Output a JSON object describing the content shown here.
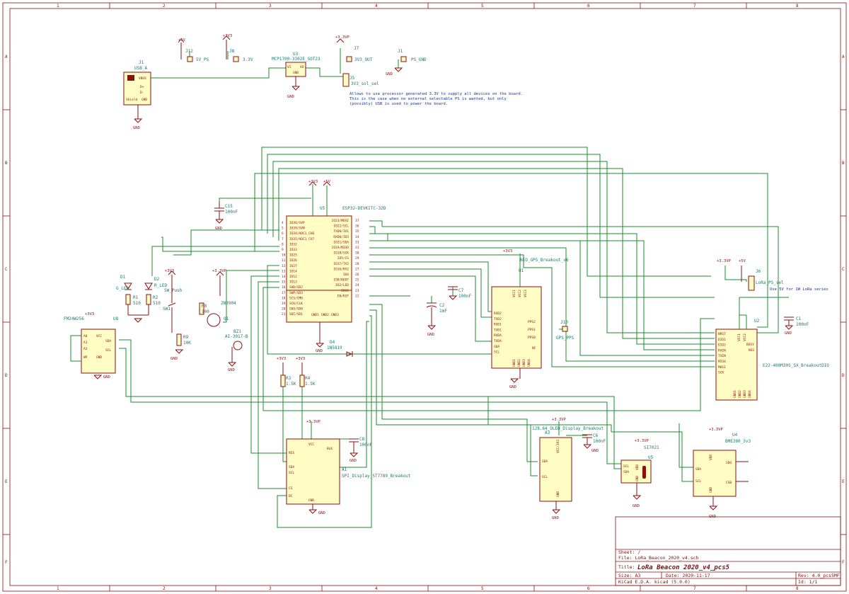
{
  "border": {
    "columns": [
      "1",
      "2",
      "3",
      "4",
      "5",
      "6",
      "7",
      "8"
    ],
    "rows": [
      "A",
      "B",
      "C",
      "D",
      "E",
      "F"
    ]
  },
  "power_labels": {
    "p5v_top": "+5V",
    "p3v3_top": "+3V3",
    "p33vp_top": "+3.3VP",
    "p3v3_gps": "+3V3",
    "p33vp_lora": "+3.3VP",
    "p5v_lora": "+5V",
    "p3v3_rtc": "+3V3",
    "p3v3_btn": "+3V3",
    "p33vp_bz": "+3.3VP",
    "p3v3_r3": "+3V3",
    "p3v3_r4": "+3V3",
    "p33vp_a1": "+3.3VP",
    "p33vp_oled": "+3.3VP",
    "p33vp_u5": "+3.3VP",
    "p33vp_u4": "+3.3VP",
    "p3v3_esp": "+3V3",
    "p5v_esp": "+5V"
  },
  "gnd": "GND",
  "top": {
    "j1_ref": "J1",
    "j1_val": "USB_A",
    "j1_pins": [
      "VBUS",
      "D+",
      "D-",
      "Shield",
      "GND"
    ],
    "jp2": "J12",
    "jp2_lbl": "5V_PS",
    "jp3": "J8",
    "jp3_lbl": "3.3V",
    "u3_ref": "U3",
    "u3_val": "MCP1700-3302E_SOT23",
    "u3_pins": [
      "VI",
      "VO",
      "GND"
    ],
    "jp4": "J7",
    "jp4_lbl": "3V3_OUT",
    "jp5": "J1",
    "jp5_lbl": "PS_GND",
    "j5_ref": "J5",
    "j5_val": "3V3_sol_sel",
    "note": [
      "Allows to use processor generated 3.3V to supply all devices on the board.",
      "This is the case when no external selectable PS is wanted, but only",
      "(possibly) USB is used to power the board."
    ]
  },
  "esp": {
    "ref": "U5",
    "val": "ESP32-DEVKITC-32D",
    "pins_left": [
      "IO36/SVP",
      "IO39/SVN",
      "IO34/ADC1_CH6",
      "IO35/ADC1_CH7",
      "IO32",
      "IO33",
      "IO25",
      "IO26",
      "IO27",
      "IO14",
      "IO12",
      "IO13",
      "SHD/SD2",
      "SWP/SD3",
      "SCS/CMD",
      "SCK/CLK",
      "SDO/SD0",
      "SDI/SD1"
    ],
    "pins_right": [
      "IO23/MOSI",
      "IO22/SCL",
      "TXD0/IO1",
      "RXD0/IO3",
      "IO21/SDA",
      "IO19/MISO",
      "IO18/SCK",
      "IO5/CS",
      "IO17/TX2",
      "IO16/RX2",
      "IO4",
      "IO0/BOOT",
      "IO2/LED",
      "IO15",
      "EN/RST"
    ],
    "nums_left": [
      "4",
      "5",
      "6",
      "7",
      "8",
      "9",
      "10",
      "11",
      "12",
      "13",
      "14",
      "15",
      "16",
      "17",
      "18",
      "19",
      "20",
      "21"
    ],
    "nums_right": [
      "37",
      "36",
      "35",
      "34",
      "33",
      "31",
      "30",
      "29",
      "28",
      "27",
      "26",
      "25",
      "24",
      "23",
      "22"
    ],
    "bottom": [
      "GND1",
      "GND2",
      "GND3"
    ]
  },
  "c15": {
    "ref": "C15",
    "val": "100nF"
  },
  "leds": {
    "d1_ref": "D1",
    "d1_val": "G_LED",
    "d2_ref": "D2",
    "d2_val": "R_LED",
    "r1_ref": "R1",
    "r1_val": "510",
    "r2_ref": "R2",
    "r2_val": "510"
  },
  "sw": {
    "ref": "SW1",
    "val": "SW_Push"
  },
  "buzzer": {
    "r8": "R8",
    "r8_val": "100",
    "q_val": "2N3904",
    "q_ref": "Q1",
    "bz": "BZ1",
    "bz_val": "AI-3017-B",
    "r9": "R9",
    "r9_val": "10K"
  },
  "rtc": {
    "label": "FM24W256",
    "ref": "U8",
    "pins": [
      "A0",
      "A1",
      "A2",
      "WP",
      "VCC",
      "GND",
      "SDA",
      "SCL"
    ]
  },
  "d4": {
    "ref": "D4",
    "val": "1N5819"
  },
  "c7": {
    "ref": "C7",
    "val": "100nF"
  },
  "c2": {
    "ref": "C2",
    "val": "1mF"
  },
  "gps": {
    "label": "NEO_GPS_Breakout_v6",
    "ref": "U1",
    "pins_left": [
      "RXD2",
      "TXD2",
      "RXD1",
      "TXD1",
      "RXDA",
      "TXDA",
      "SDA",
      "SCL"
    ],
    "pins_right": [
      "PPS2",
      "PPS1",
      "PPS0",
      "NC"
    ],
    "top": [
      "VCC1",
      "VCC2",
      "VCC3"
    ],
    "bot": [
      "GND1",
      "GND2",
      "GND3",
      "GND4"
    ]
  },
  "j10": {
    "ref": "J10",
    "lbl": "GPS_PPS"
  },
  "j6": {
    "ref": "J6",
    "val": "LoRa_PS_sel",
    "note": "Use 5V for 1W LoRa series"
  },
  "c1": {
    "ref": "C1",
    "val": "100nF"
  },
  "lora": {
    "ref": "U2",
    "val": "E22-400M30S_SX_BreakoutDIO",
    "pins_left": [
      "NRST",
      "DIO1",
      "DIO2",
      "RXEN",
      "TXEN",
      "MISO",
      "MOSI",
      "SCK"
    ],
    "pins_right": [
      "BUSY",
      "NSS"
    ],
    "top": [
      "VCC1",
      "VCC2"
    ],
    "bot": [
      "GND1",
      "GND2",
      "GND3",
      "GND4"
    ]
  },
  "r3": {
    "ref": "R3",
    "val": "1.5K"
  },
  "r4": {
    "ref": "R4",
    "val": "1.5K"
  },
  "disp": {
    "ref": "A1",
    "val": "SPI_Display_ST7789_Breakout",
    "pins": [
      "RES",
      "SDA",
      "SCL",
      "CS",
      "DC",
      "VCC",
      "BLK",
      "GND"
    ]
  },
  "c8": {
    "ref": "C8",
    "val": "100nF"
  },
  "oled": {
    "label": "128.64_OLED_Display_Breakout",
    "ref": "A3",
    "pins": [
      "SDA",
      "SCL",
      "VCC/3V3",
      "GND"
    ]
  },
  "c6": {
    "ref": "C6",
    "val": "100nF"
  },
  "u5b": {
    "ref": "U5",
    "val": "SI7021",
    "pins": [
      "SCL",
      "SDA",
      "VDD",
      "GND"
    ]
  },
  "u4": {
    "ref": "U4",
    "val": "BME280_3v3",
    "pins": [
      "SDA",
      "SCL",
      "VDD",
      "SDO",
      "CSB",
      "GND"
    ]
  },
  "title_block": {
    "sheet": "Sheet: /",
    "file": "File: LoRa_Beacon_2020_v4.sch",
    "title_prefix": "Title:",
    "title": "LoRa Beacon 2020_v4_pcs5",
    "size": "Size: A3",
    "date": "Date: 2020-11-17",
    "rev": "Rev: 4.0_pcs5MF",
    "kicad": "KiCad E.D.A.  kicad (5.0.0)",
    "id": "Id: 1/1"
  },
  "colors": {
    "frame": "#8a1010",
    "wire": "#1e8b2c",
    "part_fill": "#fffdc4",
    "text": "#1a7a6a",
    "note": "#1030a0"
  }
}
